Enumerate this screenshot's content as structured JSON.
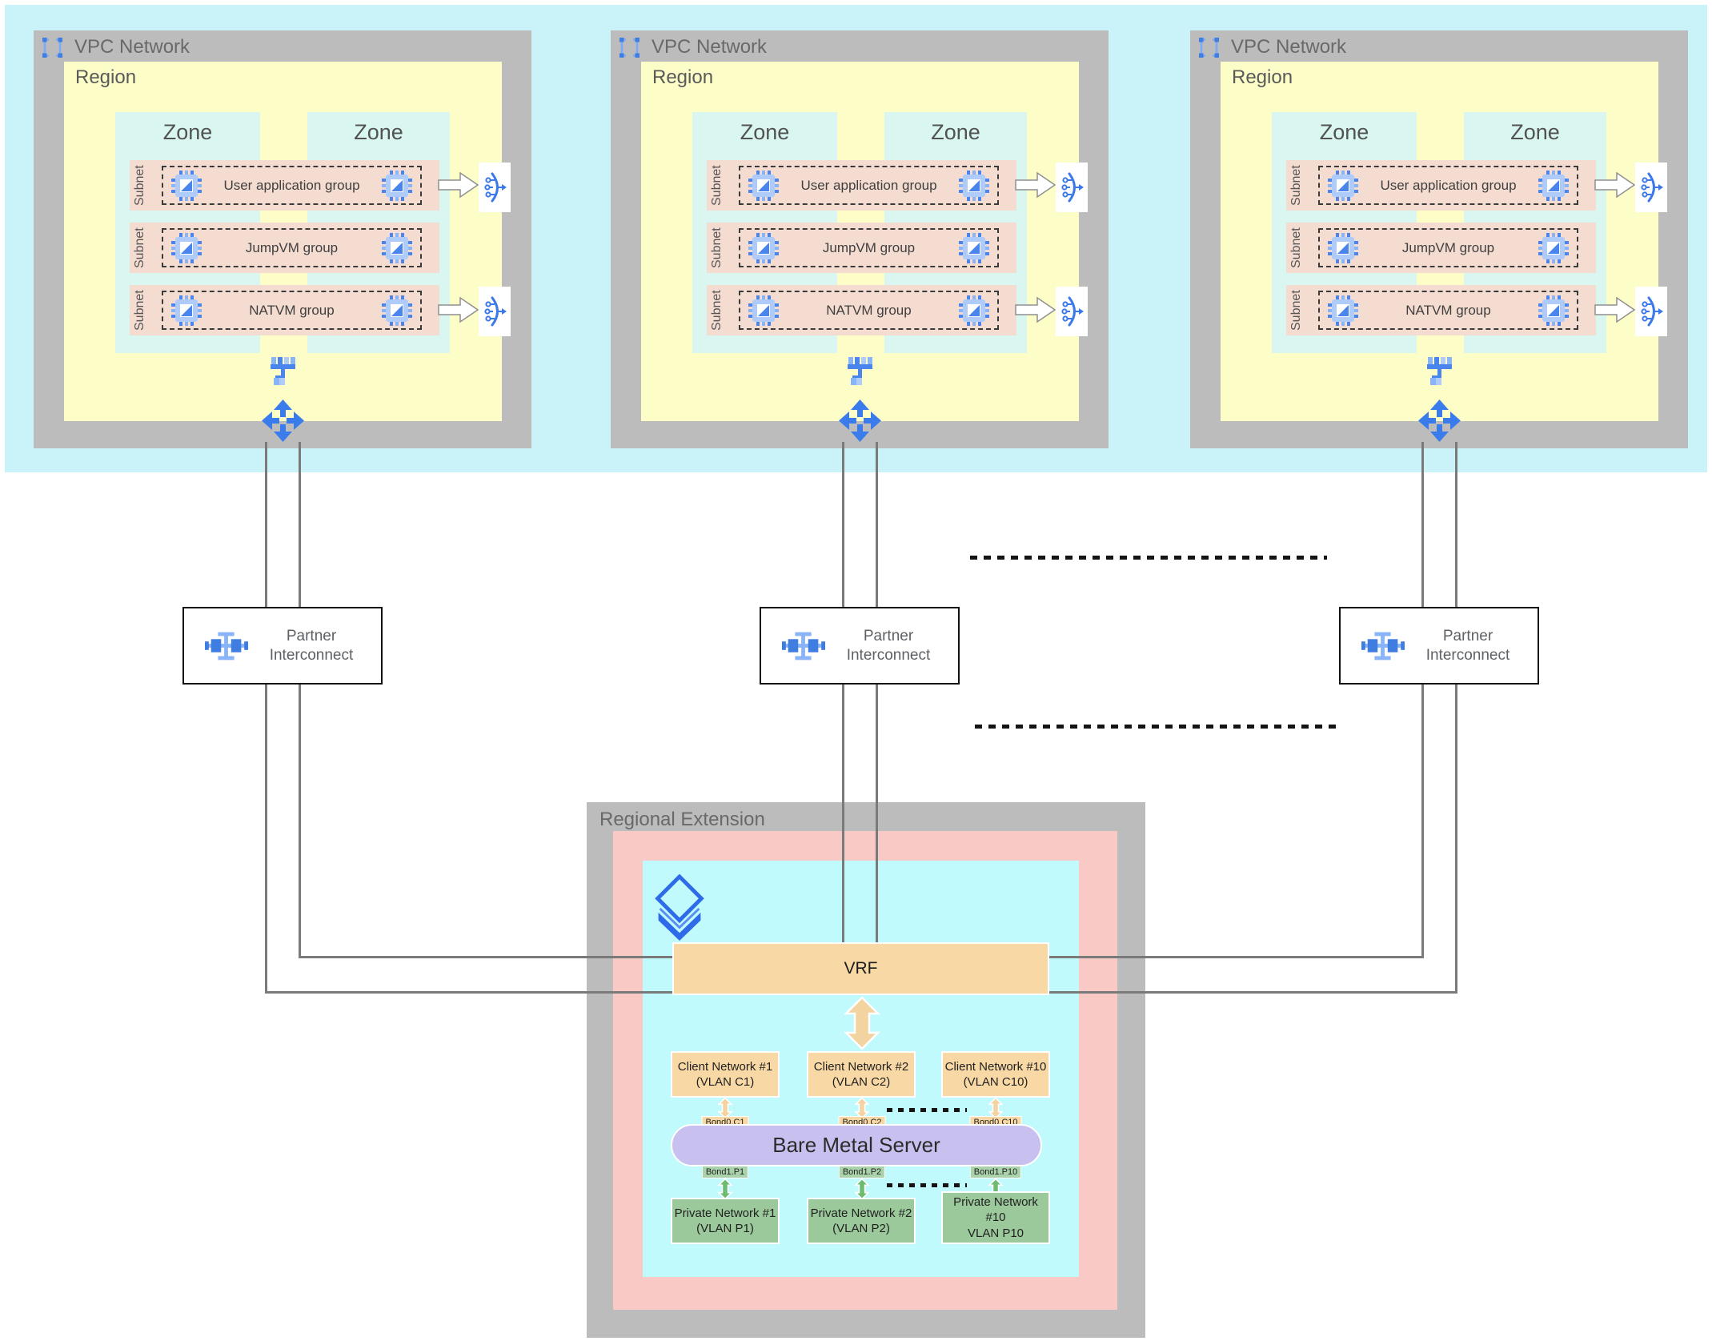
{
  "vpcs": [
    {
      "title": "VPC Network",
      "region_label": "Region",
      "zones": [
        {
          "label": "Zone"
        },
        {
          "label": "Zone"
        }
      ],
      "subnets": [
        {
          "label": "Subnet",
          "group": "User application group"
        },
        {
          "label": "Subnet",
          "group": "JumpVM group"
        },
        {
          "label": "Subnet",
          "group": "NATVM group"
        }
      ]
    },
    {
      "title": "VPC Network",
      "region_label": "Region",
      "zones": [
        {
          "label": "Zone"
        },
        {
          "label": "Zone"
        }
      ],
      "subnets": [
        {
          "label": "Subnet",
          "group": "User application group"
        },
        {
          "label": "Subnet",
          "group": "JumpVM group"
        },
        {
          "label": "Subnet",
          "group": "NATVM group"
        }
      ]
    },
    {
      "title": "VPC Network",
      "region_label": "Region",
      "zones": [
        {
          "label": "Zone"
        },
        {
          "label": "Zone"
        }
      ],
      "subnets": [
        {
          "label": "Subnet",
          "group": "User application group"
        },
        {
          "label": "Subnet",
          "group": "JumpVM group"
        },
        {
          "label": "Subnet",
          "group": "NATVM group"
        }
      ]
    }
  ],
  "partner_interconnects": [
    {
      "label": "Partner Interconnect"
    },
    {
      "label": "Partner Interconnect"
    },
    {
      "label": "Partner Interconnect"
    }
  ],
  "regional_extension": {
    "title": "Regional Extension",
    "vrf_label": "VRF",
    "client_networks": [
      {
        "name": "Client Network #1",
        "vlan": "(VLAN C1)"
      },
      {
        "name": "Client Network #2",
        "vlan": "(VLAN C2)"
      },
      {
        "name": "Client Network #10",
        "vlan": "(VLAN C10)"
      }
    ],
    "client_bonds": [
      "Bond0.C1",
      "Bond0.C2",
      "Bond0.C10"
    ],
    "server_label": "Bare Metal Server",
    "private_bonds": [
      "Bond1.P1",
      "Bond1.P2",
      "Bond1.P10"
    ],
    "private_networks": [
      {
        "name": "Private Network #1",
        "vlan": "(VLAN P1)"
      },
      {
        "name": "Private Network #2",
        "vlan": "(VLAN P2)"
      },
      {
        "name": "Private Network #10",
        "vlan": "VLAN P10"
      }
    ]
  },
  "icons": {
    "vpc": "vpc-network-icon",
    "vm": "compute-vm-icon",
    "load_balancer": "load-balancer-icon",
    "network": "network-tree-icon",
    "router": "four-way-arrows-icon",
    "interconnect": "partner-interconnect-icon",
    "layers": "stacked-layers-icon"
  },
  "colors": {
    "icon_blue": "#4285f4",
    "icon_blue_light": "#8ab4f8",
    "vpc_gray": "#bcbcbc",
    "region_yellow": "#fdfdc8",
    "zone_teal": "#d9f6f1",
    "subnet_salmon": "#f5dcd0",
    "cloud_cyan": "#c9f3f8",
    "extension_pink": "#f8c9c5",
    "extension_cyan": "#c0fafd",
    "vrf_tan": "#f8d9a6",
    "server_purple": "#c8c1ef",
    "private_green": "#9bc99b",
    "bond_green": "#abd3ab",
    "line_gray": "#7a7a7a"
  }
}
